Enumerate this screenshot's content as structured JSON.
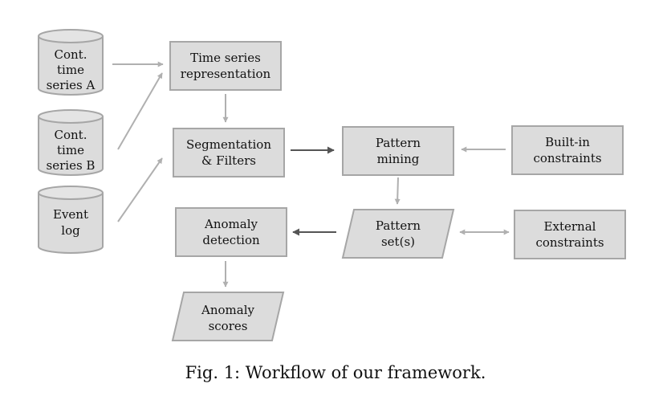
{
  "nodes": {
    "cont_a": {
      "lines": [
        "Cont.",
        "time",
        "series A"
      ]
    },
    "cont_b": {
      "lines": [
        "Cont.",
        "time",
        "series B"
      ]
    },
    "event_log": {
      "lines": [
        "Event",
        "log"
      ]
    },
    "time_series_rep": {
      "lines": [
        "Time series",
        "representation"
      ]
    },
    "segmentation": {
      "lines": [
        "Segmentation",
        "& Filters"
      ]
    },
    "pattern_mining": {
      "lines": [
        "Pattern",
        "mining"
      ]
    },
    "builtin_constraints": {
      "lines": [
        "Built-in",
        "constraints"
      ]
    },
    "anomaly_detection": {
      "lines": [
        "Anomaly",
        "detection"
      ]
    },
    "pattern_sets": {
      "lines": [
        "Pattern",
        "set(s)"
      ]
    },
    "external_constraints": {
      "lines": [
        "External",
        "constraints"
      ]
    },
    "anomaly_scores": {
      "lines": [
        "Anomaly",
        "scores"
      ]
    }
  },
  "caption": "Fig. 1: Workflow of our framework."
}
